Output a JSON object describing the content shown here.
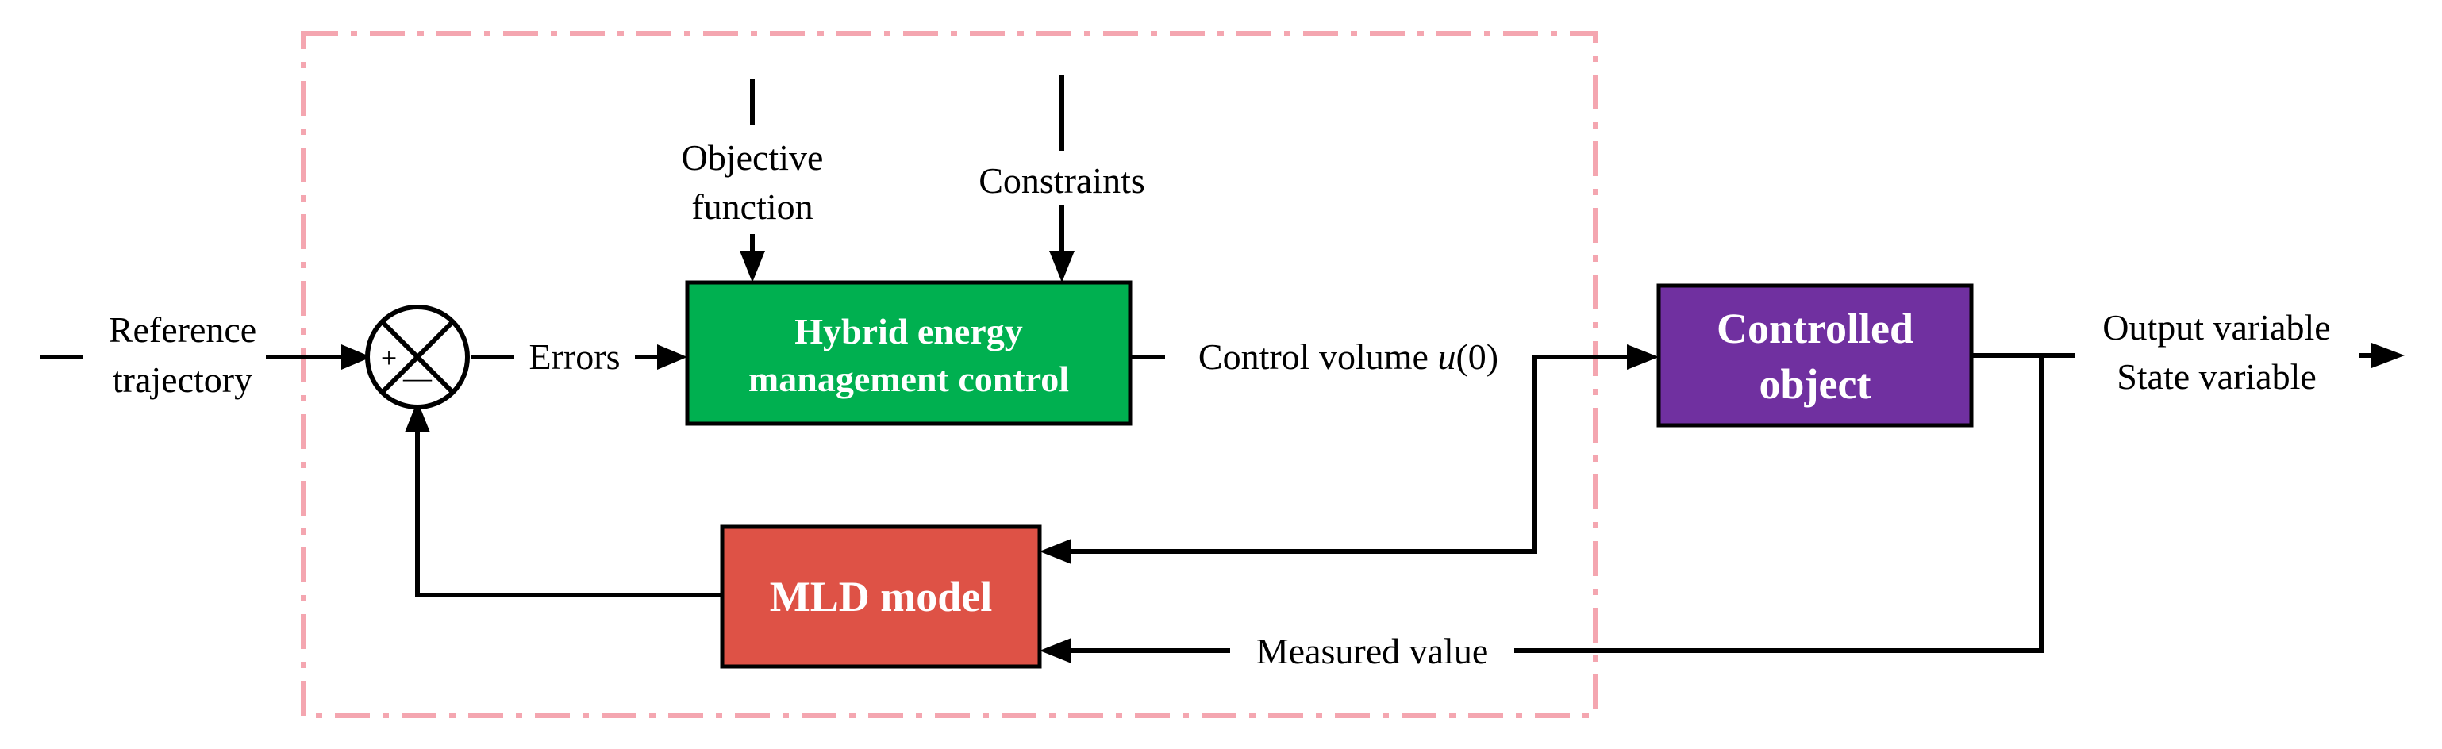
{
  "blocks": {
    "hybrid": {
      "line1": "Hybrid energy",
      "line2": "management control",
      "color": "#00b050"
    },
    "controlled": {
      "line1": "Controlled",
      "line2": "object",
      "color": "#7030a0"
    },
    "mld": {
      "label": "MLD model",
      "color": "#de5246"
    }
  },
  "labels": {
    "reference_line1": "Reference",
    "reference_line2": "trajectory",
    "errors": "Errors",
    "objective_line1": "Objective",
    "objective_line2": "function",
    "constraints": "Constraints",
    "control_volume_prefix": "Control volume ",
    "control_volume_var": "u",
    "control_volume_suffix": "(0)",
    "output_variable": "Output variable",
    "state_variable": "State variable",
    "measured_value": "Measured value"
  },
  "summing_junction": {
    "plus": "+",
    "minus": "—"
  },
  "colors": {
    "boundary": "#f4a6b0",
    "line": "#000000"
  }
}
